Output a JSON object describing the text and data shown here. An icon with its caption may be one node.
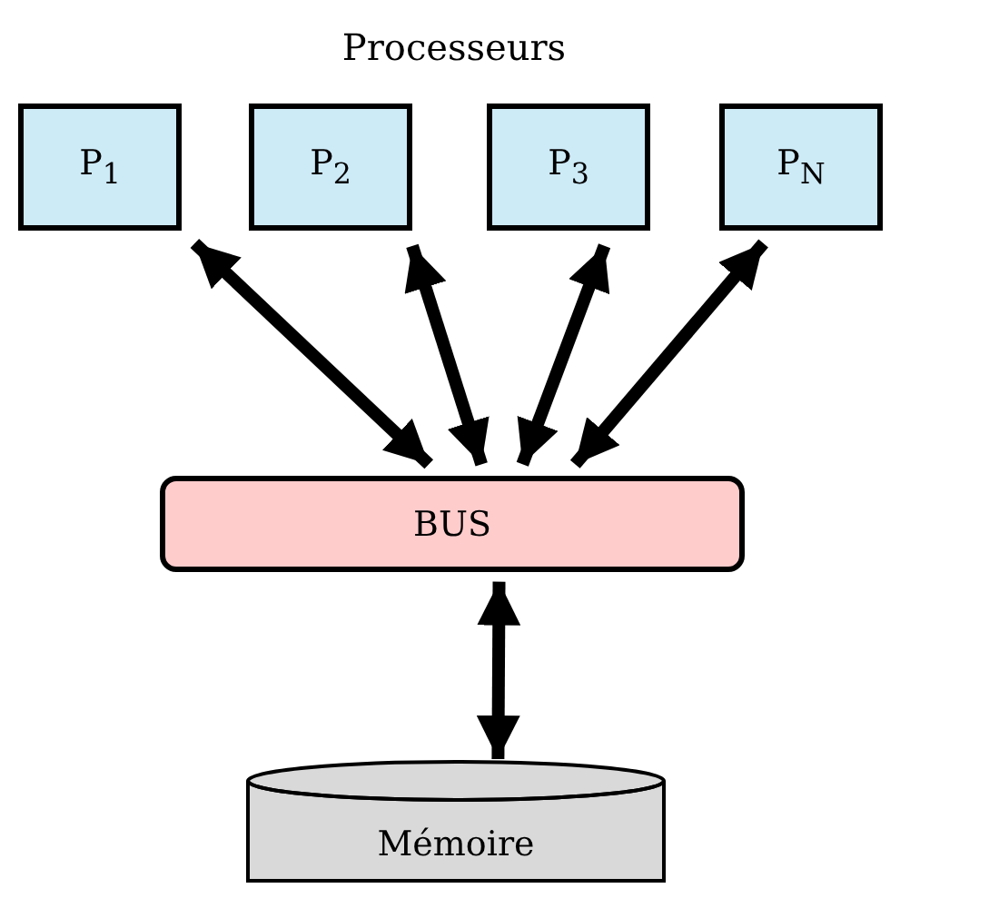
{
  "diagram": {
    "title": "Processeurs",
    "nodes": [
      {
        "text": [
          "P$_{1}$"
        ]
      },
      {
        "text": [
          "P$_{2}$"
        ]
      },
      {
        "text": [
          "P$_{3}$"
        ]
      },
      {
        "text": [
          "P$_{N}$"
        ]
      },
      {
        "text": [
          "BUS"
        ]
      },
      {
        "text": [
          "Mémoire"
        ]
      }
    ],
    "edges": [
      {
        "from": 0,
        "to": 4,
        "arrow": "both"
      },
      {
        "from": 1,
        "to": 4,
        "arrow": "both"
      },
      {
        "from": 2,
        "to": 4,
        "arrow": "both"
      },
      {
        "from": 3,
        "to": 4,
        "arrow": "both"
      },
      {
        "from": 4,
        "to": 5,
        "arrow": "both"
      }
    ]
  }
}
